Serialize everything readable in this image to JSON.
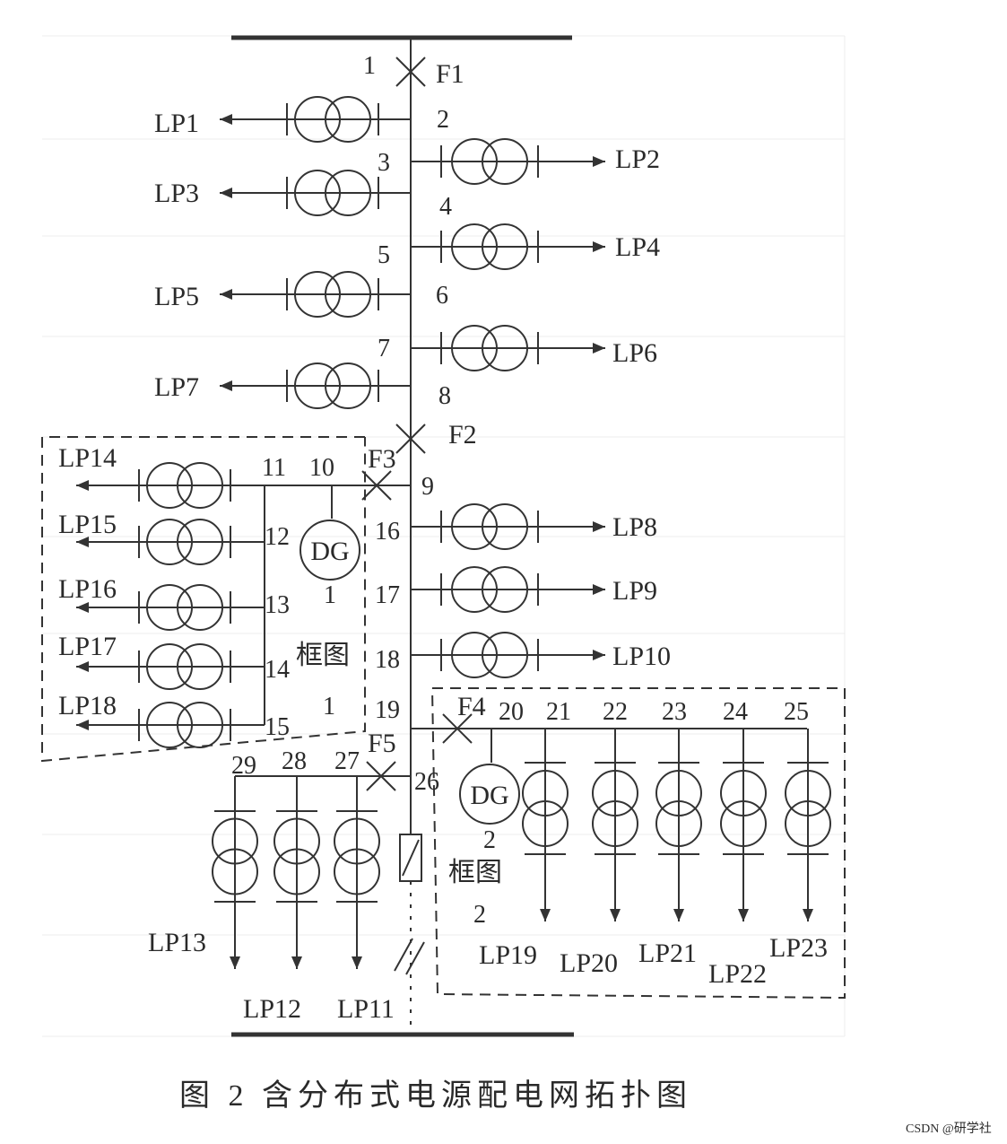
{
  "caption": "图 2   含分布式电源配电网拓扑图",
  "watermark": "CSDN @研学社",
  "switches": [
    "F1",
    "F2",
    "F3",
    "F4",
    "F5"
  ],
  "nodes": [
    "1",
    "2",
    "3",
    "4",
    "5",
    "6",
    "7",
    "8",
    "9",
    "10",
    "11",
    "12",
    "13",
    "14",
    "15",
    "16",
    "17",
    "18",
    "19",
    "20",
    "21",
    "22",
    "23",
    "24",
    "25",
    "26",
    "27",
    "28",
    "29"
  ],
  "generators": {
    "dg1": {
      "text": "DG",
      "index": "1"
    },
    "dg2": {
      "text": "DG",
      "index": "2"
    }
  },
  "boxes": {
    "box1": {
      "label": "框图",
      "index": "1"
    },
    "box2": {
      "label": "框图",
      "index": "2"
    }
  },
  "loads": [
    "LP1",
    "LP2",
    "LP3",
    "LP4",
    "LP5",
    "LP6",
    "LP7",
    "LP8",
    "LP9",
    "LP10",
    "LP11",
    "LP12",
    "LP13",
    "LP14",
    "LP15",
    "LP16",
    "LP17",
    "LP18",
    "LP19",
    "LP20",
    "LP21",
    "LP22",
    "LP23"
  ]
}
